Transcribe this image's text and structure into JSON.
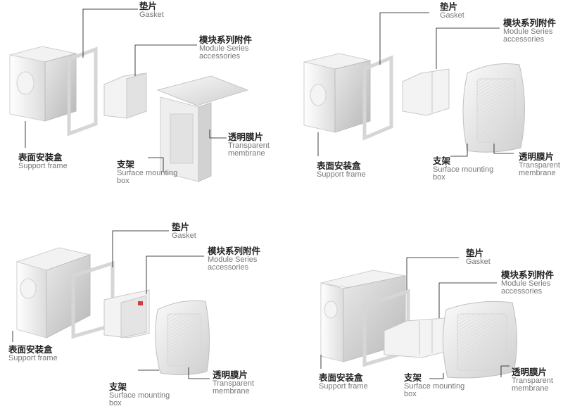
{
  "labels": {
    "gasket": {
      "zh": "垫片",
      "en": "Gasket"
    },
    "module": {
      "zh": "模块系列附件",
      "en": "Module Series",
      "en2": "accessories"
    },
    "support": {
      "zh": "表面安装盒",
      "en": "Support frame"
    },
    "surface": {
      "zh": "支架",
      "en": "Surface mounting",
      "en2": "box"
    },
    "membrane": {
      "zh": "透明膜片",
      "en": "Transparent",
      "en2": "membrane"
    }
  }
}
